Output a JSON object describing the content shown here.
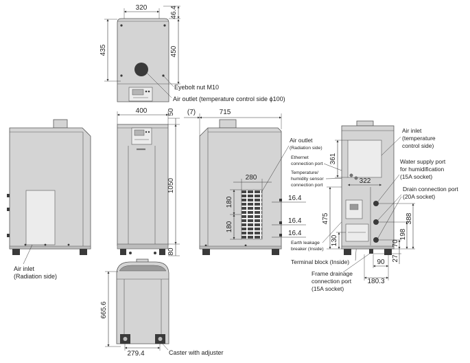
{
  "colors": {
    "body": "#d4d4d4",
    "line": "#555555",
    "panel": "#ececec",
    "dark": "#3a3a3a"
  },
  "top_view": {
    "dim_width": "320",
    "dim_offset": "46.4",
    "dim_depth_left": "435",
    "dim_depth_right": "450",
    "eyebolt_label": "Eyebolt nut M10",
    "air_outlet_label": "Air outlet (temperature control side ϕ100)"
  },
  "front_view": {
    "dim_width": "400",
    "dim_top": "50",
    "dim_height": "1050",
    "dim_bottom": "80"
  },
  "left_view": {
    "air_inlet_lines": [
      "Air inlet",
      "(Radiation side)"
    ]
  },
  "right_view": {
    "dim_offset": "(7)",
    "dim_depth": "715",
    "dim_grille_width": "280",
    "dim_grille_heights": [
      "180",
      "180"
    ],
    "dim_ports": [
      "16.4",
      "16.4",
      "16.4"
    ],
    "air_outlet_lines": [
      "Air outlet",
      "(Radiation side)"
    ],
    "ethernet_lines": [
      "Ethernet",
      "connection port"
    ],
    "sensor_lines": [
      "Temperature/",
      "humidity sensor",
      "connection port"
    ],
    "breaker_lines": [
      "Earth leakage",
      "breaker (Inside)"
    ],
    "terminal_block_label": "Terminal block (Inside)",
    "frame_drainage_lines": [
      "Frame drainage",
      "connection port",
      "(15A socket)"
    ]
  },
  "back_view": {
    "dim_grille_height": "361",
    "dim_grille_width": "322",
    "dim_panel_height": "475",
    "dim_breaker_height": "130",
    "dim_port_upper": "388",
    "dim_port_middle": "198",
    "dim_port_lower": "70",
    "dim_drain_height": "27",
    "dim_drain_offset": "90",
    "dim_port_offset": "180.3",
    "air_inlet_lines": [
      "Air inlet",
      "(temperature",
      "control side)"
    ],
    "water_supply_lines": [
      "Water supply port",
      "for humidification",
      "(15A socket)"
    ],
    "drain_lines": [
      "Drain connection port",
      "(20A socket)"
    ]
  },
  "bottom_view": {
    "dim_depth": "665.6",
    "dim_caster_width": "279.4",
    "caster_label": "Caster with adjuster"
  }
}
